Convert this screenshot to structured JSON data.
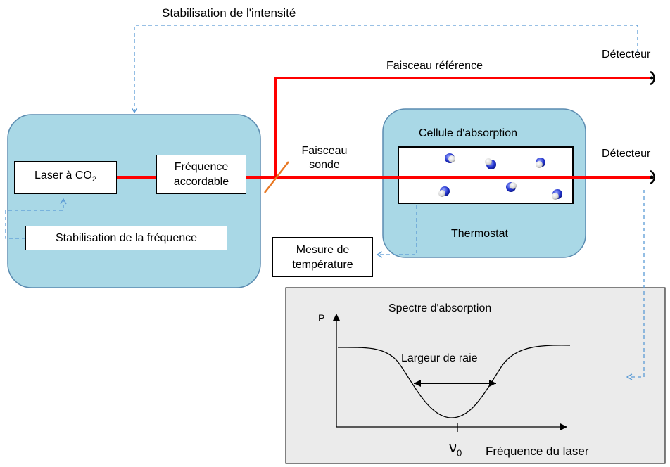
{
  "labels": {
    "stabilisation_intensite": "Stabilisation de l'intensité",
    "detecteur_top": "Détecteur",
    "detecteur_bottom": "Détecteur",
    "faisceau_reference": "Faisceau référence",
    "faisceau_sonde": "Faisceau sonde",
    "cellule_absorption": "Cellule d'absorption",
    "thermostat": "Thermostat",
    "laser": "Laser à CO",
    "laser_subscript": "2",
    "frequence_accordable": "Fréquence accordable",
    "stabilisation_frequence": "Stabilisation de la fréquence",
    "mesure_temperature": "Mesure de température"
  },
  "spectrum": {
    "title": "Spectre d'absorption",
    "y_axis_label": "P",
    "x_axis_label": "Fréquence du laser",
    "linewidth_label": "Largeur de raie",
    "nu_symbol": "ν",
    "nu_subscript": "0"
  },
  "colors": {
    "laser_beam": "#ff0000",
    "panel_fill": "#a9d8e6",
    "panel_border": "#5a8bb0",
    "dashed_feedback": "#5b9bd5",
    "beam_splitter": "#e87722",
    "spectrum_panel": "#ebebeb",
    "molecule_blue": "#2233cc",
    "molecule_white": "#e8e8e8"
  },
  "molecule_count": 6
}
